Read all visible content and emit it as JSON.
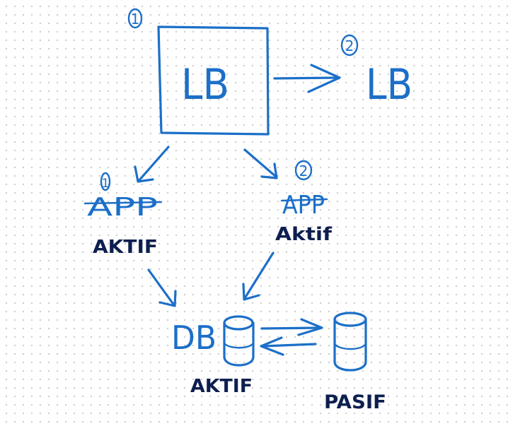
{
  "diagram": {
    "nodes": {
      "lb_primary": {
        "number": "1",
        "label": "LB"
      },
      "lb_secondary": {
        "number": "2",
        "label": "LB"
      },
      "app_1": {
        "number": "1",
        "label": "APP",
        "status": "AKTIF"
      },
      "app_2": {
        "number": "2",
        "label": "APP",
        "status": "Aktif"
      },
      "db_active": {
        "label": "DB",
        "status": "AKTIF"
      },
      "db_passive": {
        "status": "PASIF"
      }
    },
    "colors": {
      "ink_blue": "#1c6fc8",
      "ink_navy": "#0d1f4f",
      "dots": "#c9c9c9"
    }
  }
}
